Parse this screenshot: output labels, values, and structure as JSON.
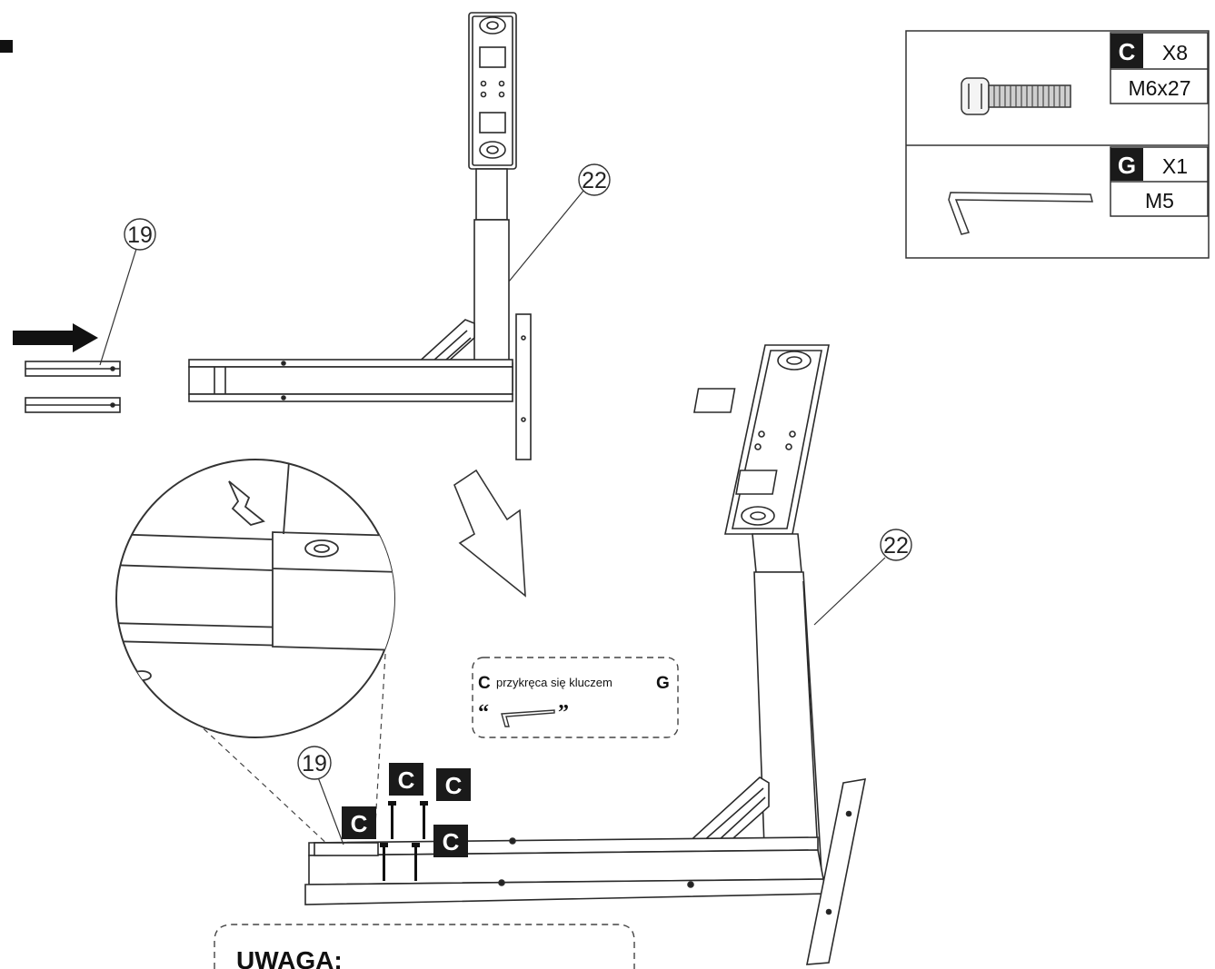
{
  "parts_table": {
    "rows": [
      {
        "letter": "C",
        "quantity": "X8",
        "size": "M6x27",
        "icon": "socket-screw-icon"
      },
      {
        "letter": "G",
        "quantity": "X1",
        "size": "M5",
        "icon": "hex-key-icon"
      }
    ]
  },
  "callouts": {
    "part19_top": "19",
    "part22_top": "22",
    "part22_bottom": "22",
    "part19_bottom": "19"
  },
  "screw_tag": "C",
  "note": {
    "letter_c": "C",
    "text": "przykręca się kluczem",
    "letter_g": "G",
    "quote_open": "“",
    "quote_close": "”"
  },
  "warning": {
    "title": "UWAGA:"
  },
  "colors": {
    "line": "#2a2a2a",
    "tag_bg": "#1a1a1a",
    "paper": "#ffffff"
  }
}
